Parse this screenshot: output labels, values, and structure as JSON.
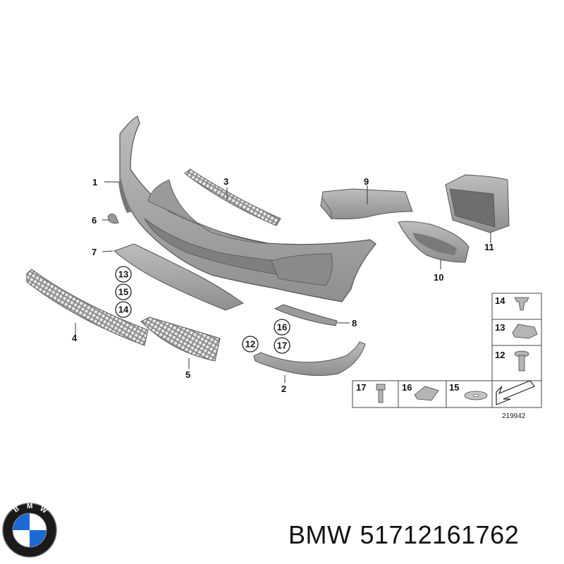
{
  "callouts": {
    "c1": "1",
    "c2": "2",
    "c3": "3",
    "c4": "4",
    "c5": "5",
    "c6": "6",
    "c7": "7",
    "c8": "8",
    "c9": "9",
    "c10": "10",
    "c11": "11"
  },
  "circled": {
    "a13": "13",
    "a15": "15",
    "a14": "14",
    "b16": "16",
    "b12": "12",
    "b17": "17"
  },
  "legend": {
    "r14": "14",
    "r13": "13",
    "r12": "12",
    "b17": "17",
    "b16": "16",
    "b15": "15"
  },
  "diagram_id": "219942",
  "caption": {
    "brand": "BMW",
    "part_number": "51712161762"
  },
  "colors": {
    "part_fill": "#a9a9a9",
    "part_dark": "#7d7d7d",
    "line": "#333333",
    "logo_blue": "#1c69d4"
  }
}
